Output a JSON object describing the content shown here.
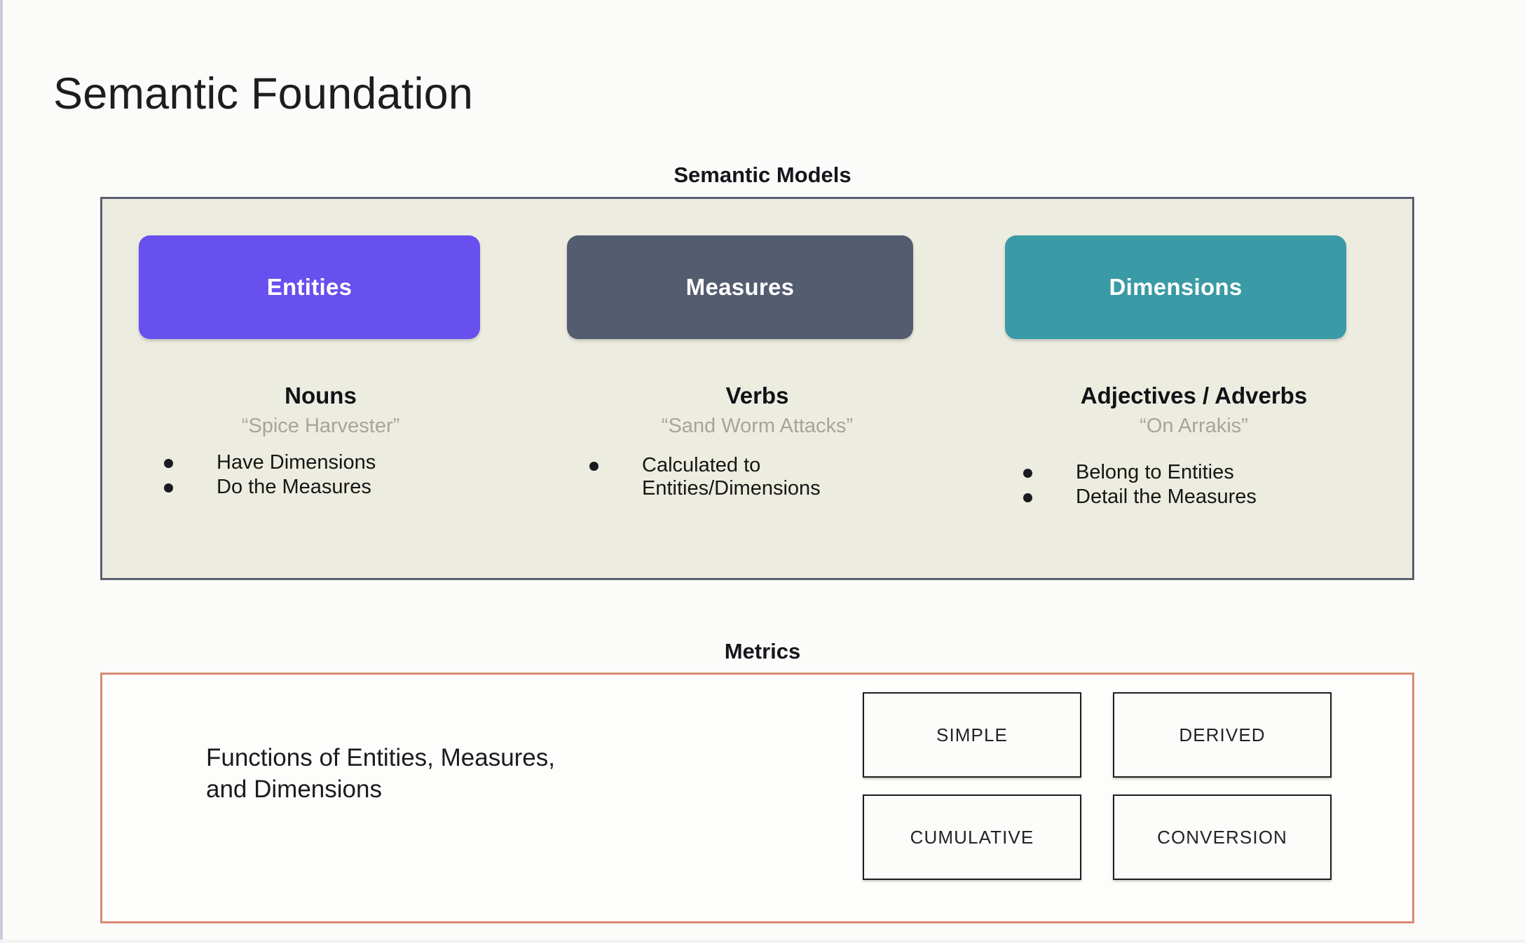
{
  "slide": {
    "title": "Semantic Foundation",
    "background_color": "#fbfcf9"
  },
  "semantic_models": {
    "caption": "Semantic Models",
    "panel_background": "#edece0",
    "panel_border_color": "#5a6070",
    "columns": [
      {
        "pill_label": "Entities",
        "pill_color": "#6750ee",
        "part_of_speech": "Nouns",
        "example": "“Spice Harvester”",
        "bullets": [
          "Have Dimensions",
          "Do the Measures"
        ]
      },
      {
        "pill_label": "Measures",
        "pill_color": "#545c70",
        "part_of_speech": "Verbs",
        "example": "“Sand Worm Attacks”",
        "bullets": [
          "Calculated to\nEntities/Dimensions"
        ]
      },
      {
        "pill_label": "Dimensions",
        "pill_color": "#3a9aa5",
        "part_of_speech": "Adjectives / Adverbs",
        "example": "“On Arrakis”",
        "bullets": [
          "Belong to Entities",
          "Detail the Measures"
        ]
      }
    ]
  },
  "metrics": {
    "caption": "Metrics",
    "panel_border_color": "#d98a72",
    "description": "Functions of Entities, Measures,\nand Dimensions",
    "types": [
      "SIMPLE",
      "DERIVED",
      "CUMULATIVE",
      "CONVERSION"
    ]
  }
}
